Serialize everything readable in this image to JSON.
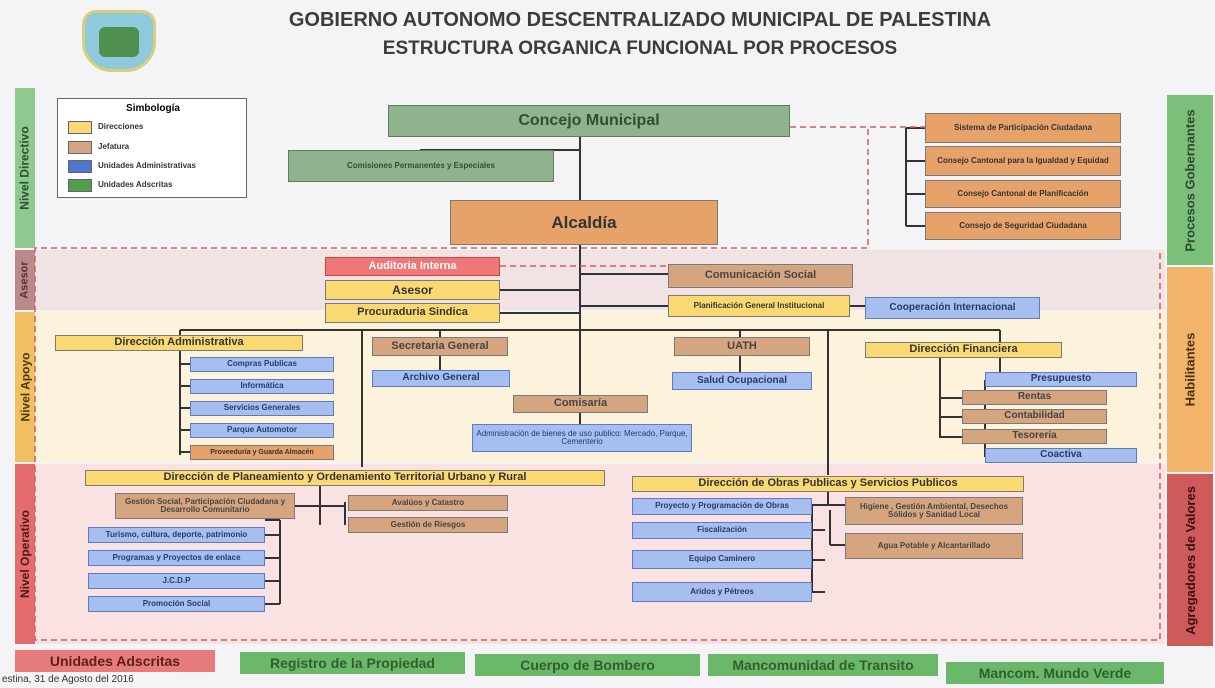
{
  "header": {
    "title_line1": "GOBIERNO AUTONOMO DESCENTRALIZADO MUNICIPAL DE PALESTINA",
    "title_line2": "ESTRUCTURA ORGANICA FUNCIONAL POR PROCESOS"
  },
  "legend": {
    "title": "Simbología",
    "items": [
      {
        "label": "Direcciones",
        "color": "#fbd972"
      },
      {
        "label": "Jefatura",
        "color": "#d5a57f"
      },
      {
        "label": "Unidades Administrativas",
        "color": "#a6bff0"
      },
      {
        "label": "Unidades Adscritas",
        "color": "#8fb38f"
      }
    ]
  },
  "left_labels": [
    "Nivel Directivo",
    "Asesor",
    "Nivel Apoyo",
    "Nivel Operativo"
  ],
  "right_labels": [
    "Procesos Gobernantes",
    "Habilitantes",
    "Agregadores de Valores"
  ],
  "nodes": {
    "concejo": "Concejo Municipal",
    "comisiones": "Comisiones Permanentes y Especiales",
    "alcaldia": "Alcaldía",
    "auditoria": "Auditoria Interna",
    "asesor": "Asesor",
    "procuraduria": "Procuraduria Sindica",
    "comunicacion": "Comunicación Social",
    "planificacion": "Planificación General Institucional",
    "cooperacion": "Cooperación Internacional",
    "dir_admin": "Dirección Administrativa",
    "secretaria": "Secretaria General",
    "archivo": "Archivo General",
    "uath": "UATH",
    "salud": "Salud Ocupacional",
    "comisaria": "Comisaría",
    "bienes": "Administración de bienes de uso publico: Mercado, Parque, Cementerio",
    "dir_fin": "Dirección Financiera",
    "dir_plan": "Dirección de Planeamiento y Ordenamiento Territorial Urbano y Rural",
    "dir_obras": "Dirección de Obras Publicas y Servicios Publicos",
    "gestion_social": "Gestión Social, Participación Ciudadana y Desarrollo Comunitario",
    "avaluos": "Avalúos y Catastro",
    "riesgos": "Gestión de Riesgos",
    "higiene": "Higiene , Gestión Ambiental, Desechos Sólidos y Sanidad Local",
    "agua": "Agua Potable y Alcantarillado"
  },
  "councils": [
    "Sistema de Participación Ciudadana",
    "Consejo Cantonal para la Igualdad y Equidad",
    "Consejo Cantonal de Planificación",
    "Consejo de Seguridad Ciudadana"
  ],
  "admin_units": [
    "Compras Publicas",
    "Informática",
    "Servicios Generales",
    "Parque Automotor",
    "Proveeduría y Guarda Almacén"
  ],
  "fin_units": [
    "Presupuesto",
    "Rentas",
    "Contabilidad",
    "Tesorería",
    "Coactiva"
  ],
  "plan_units": [
    "Turismo, cultura, deporte, patrimonio",
    "Programas y Proyectos de enlace",
    "J.C.D.P",
    "Promoción Social"
  ],
  "obras_units": [
    "Proyecto y Programación de Obras",
    "Fiscalización",
    "Equipo Caminero",
    "Aridos y Pétreos"
  ],
  "bottom_units": [
    "Unidades Adscritas",
    "Registro de la Propiedad",
    "Cuerpo de Bombero",
    "Mancomunidad de Transito",
    "Mancom. Mundo Verde"
  ],
  "footer": {
    "date": "estina, 31 de Agosto del 2016"
  },
  "colors": {
    "direcciones": "#fbd972",
    "jefatura": "#d5a57f",
    "unidades_administrativas": "#a6bff0",
    "unidades_adscritas": "#8fb38f",
    "band_green": "#7bbf7b",
    "band_orange": "#f2b36a",
    "band_red": "#cf5a5a"
  }
}
